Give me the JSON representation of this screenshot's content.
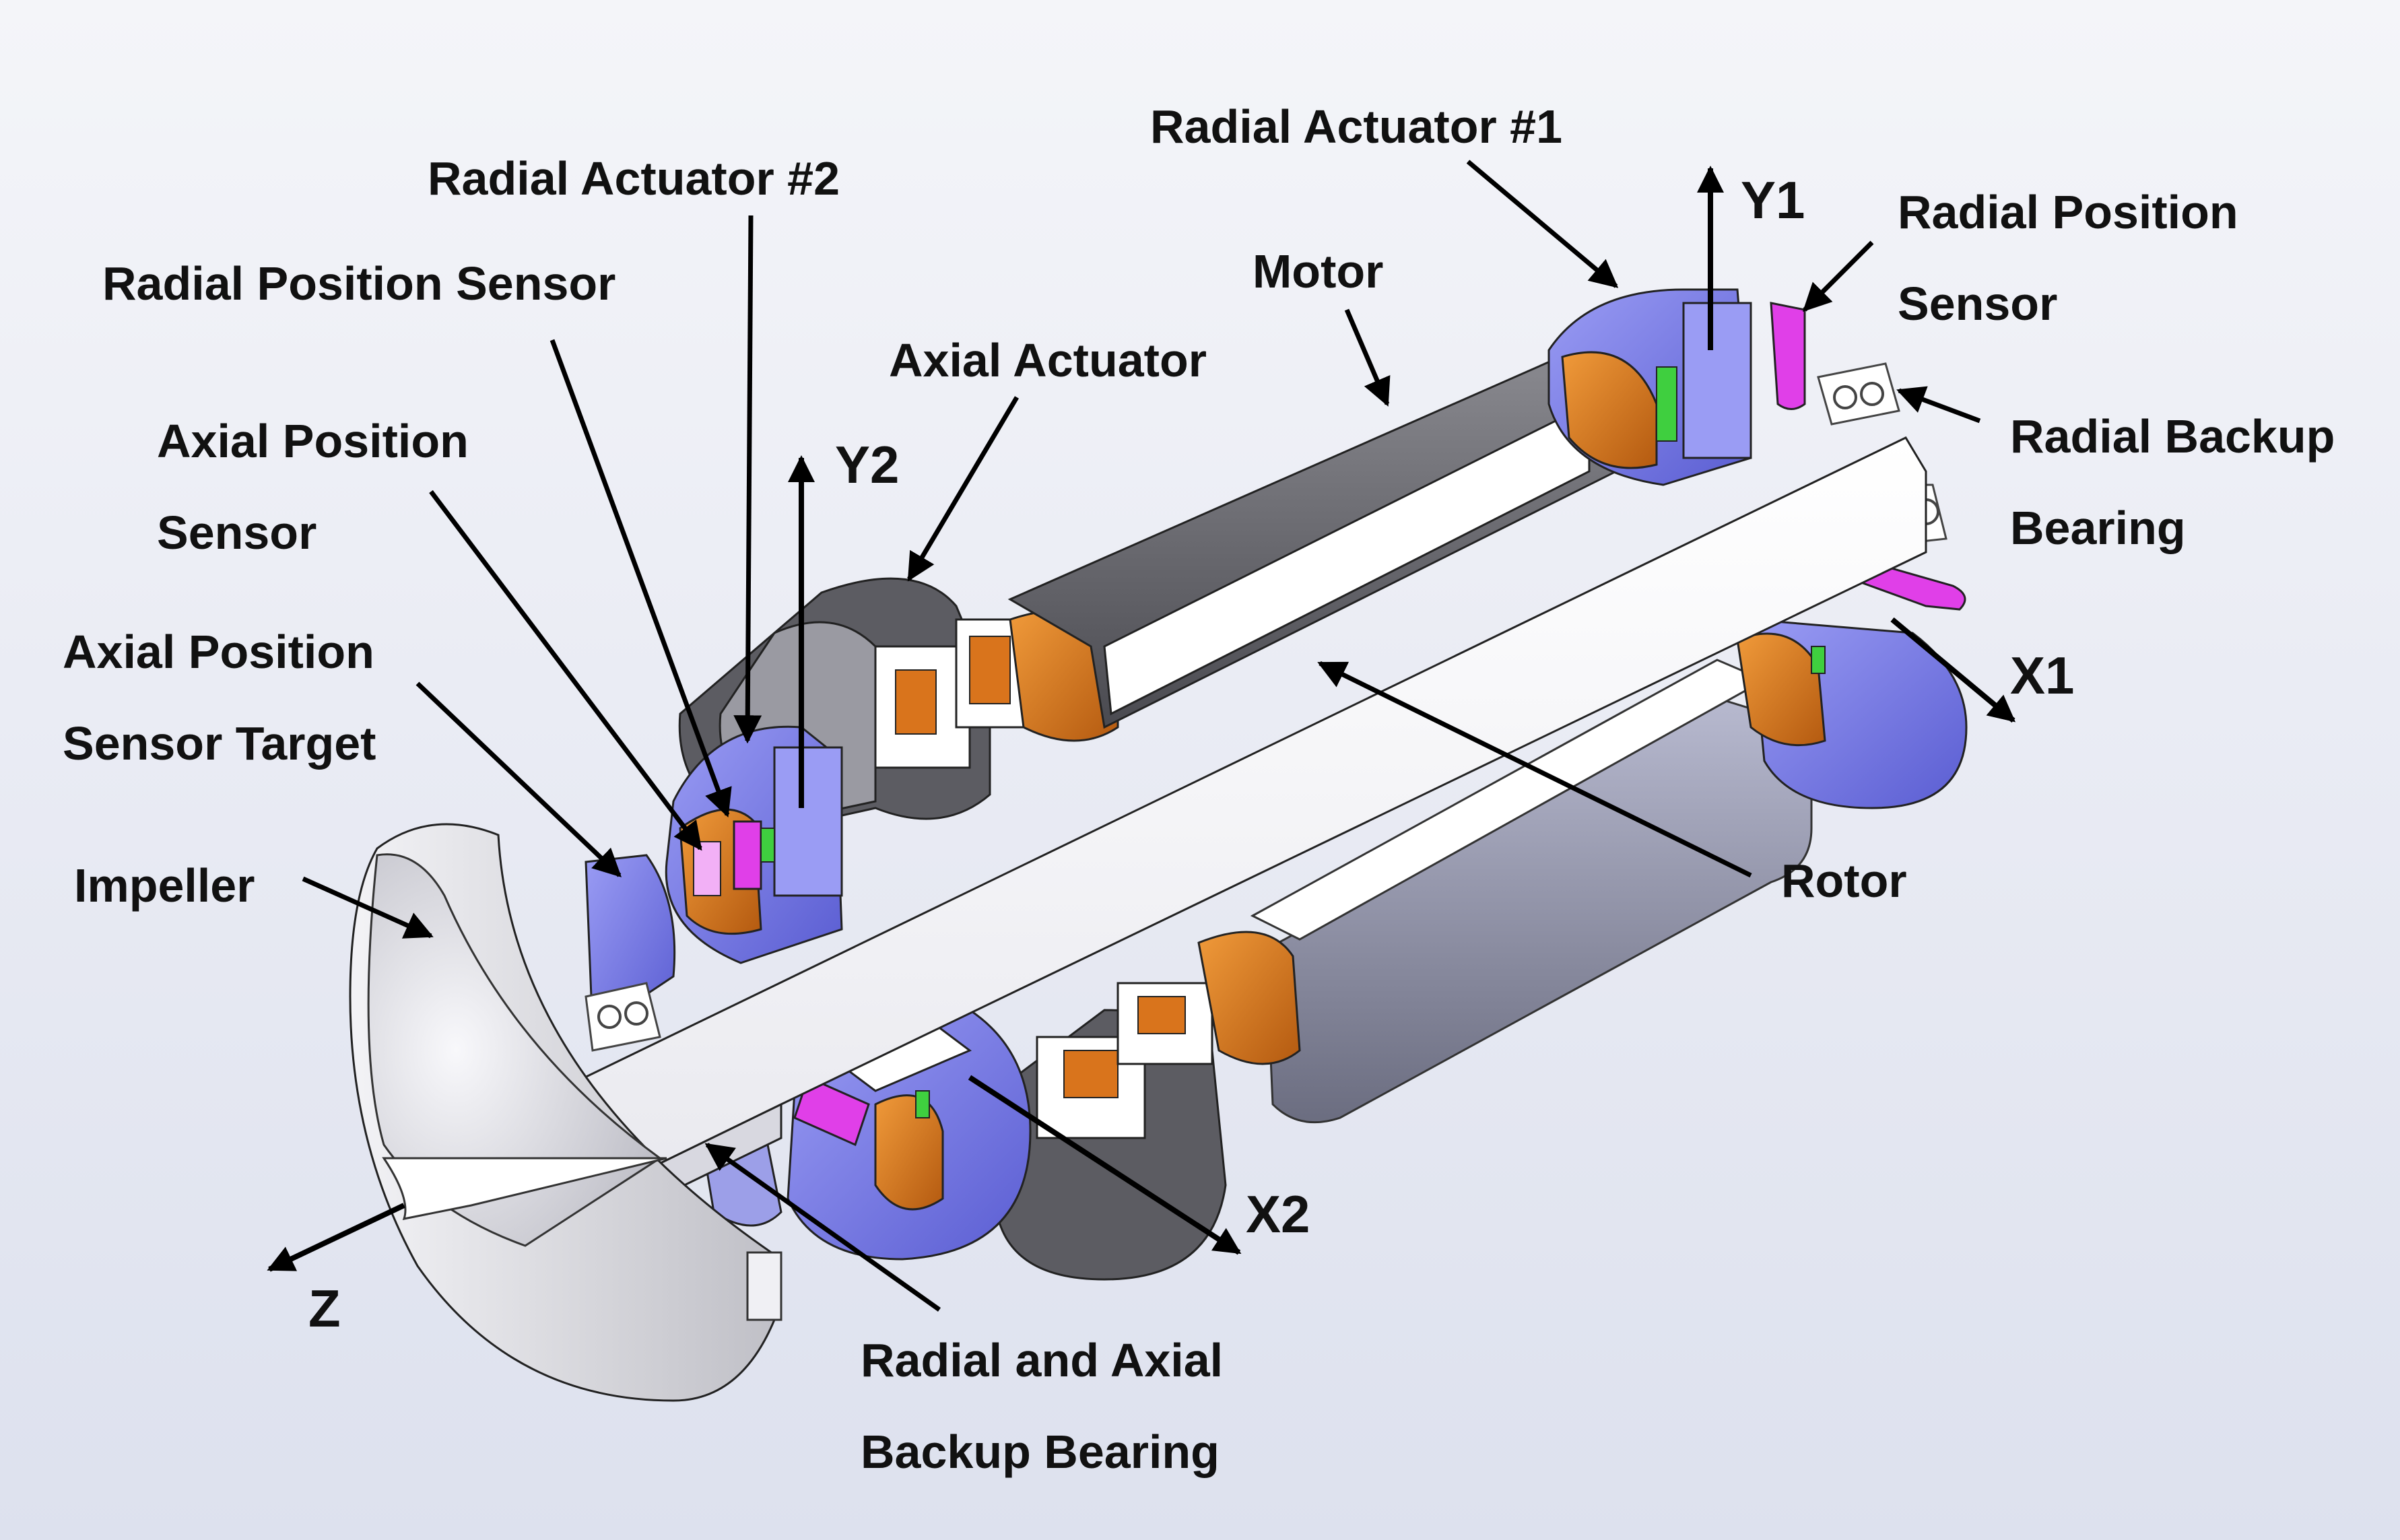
{
  "labels": {
    "radial_actuator_1": "Radial Actuator #1",
    "radial_actuator_2": "Radial Actuator #2",
    "radial_position_sensor_left": "Radial Position Sensor",
    "radial_position_sensor_right": [
      "Radial Position",
      "Sensor"
    ],
    "motor": "Motor",
    "axial_actuator": "Axial Actuator",
    "axial_position_sensor": [
      "Axial Position",
      "Sensor"
    ],
    "axial_position_sensor_target": [
      "Axial Position",
      "Sensor Target"
    ],
    "impeller": "Impeller",
    "rotor": "Rotor",
    "radial_backup_bearing": [
      "Radial Backup",
      "Bearing"
    ],
    "radial_axial_backup_bearing": [
      "Radial and Axial",
      "Backup Bearing"
    ]
  },
  "axes": {
    "y1": "Y1",
    "y2": "Y2",
    "x1": "X1",
    "x2": "X2",
    "z": "Z"
  },
  "colors": {
    "actuator_blue": "#7c7fe8",
    "coil_orange": "#d9741c",
    "sensor_magenta": "#e03fe8",
    "motor_gray": "#6e6e73",
    "shaft_white": "#ffffff",
    "seal_green": "#3fcf3f"
  }
}
